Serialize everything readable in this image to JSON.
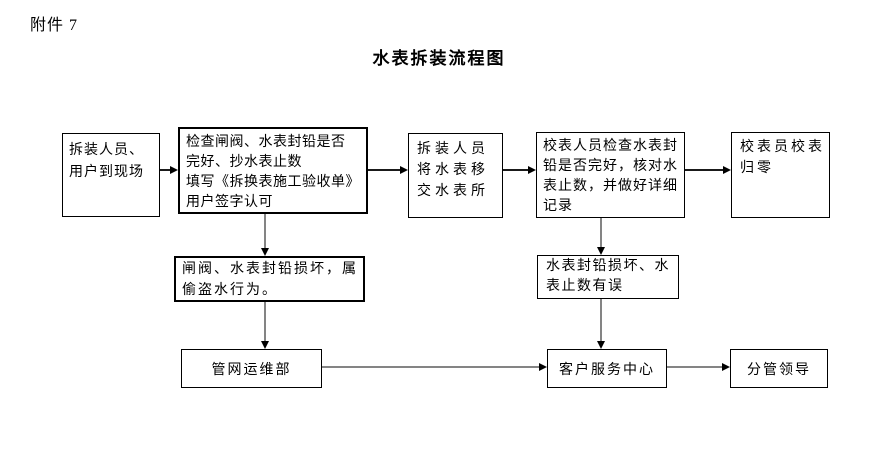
{
  "page": {
    "attachment_label": "附件 7",
    "title": "水表拆装流程图"
  },
  "colors": {
    "background": "#ffffff",
    "text": "#000000",
    "box_border": "#000000",
    "connector_short": "#1a1a1a",
    "connector_long": "#848484",
    "arrowhead": "#000000"
  },
  "flowchart": {
    "boxes": {
      "arrive": {
        "lines": [
          "拆装人员、",
          "用户到现场"
        ]
      },
      "check_seal": {
        "lines": [
          "检查闸阀、水表封铅是否",
          "完好、抄水表止数",
          "填写《拆换表施工验收单》",
          "用户签字认可"
        ]
      },
      "transfer": {
        "lines": [
          "拆装人员",
          "将水表移",
          "交水表所"
        ]
      },
      "verify": {
        "lines": [
          "校表人员检查水表封",
          "铅是否完好，核对水",
          "表止数，并做好详细",
          "记录"
        ]
      },
      "reset": {
        "lines": [
          "校表员校表",
          "归零"
        ]
      },
      "theft": {
        "lines": [
          "闸阀、水表封铅损坏，属",
          "偷盗水行为。"
        ]
      },
      "error": {
        "lines": [
          "水表封铅损坏、水",
          "表止数有误"
        ]
      },
      "pipeline_dept": {
        "label": "管网运维部"
      },
      "service_center": {
        "label": "客户服务中心"
      },
      "leader": {
        "label": "分管领导"
      }
    },
    "connections": [
      {
        "from": "arrive",
        "to": "check_seal",
        "direction": "right"
      },
      {
        "from": "check_seal",
        "to": "transfer",
        "direction": "right"
      },
      {
        "from": "transfer",
        "to": "verify",
        "direction": "right"
      },
      {
        "from": "verify",
        "to": "reset",
        "direction": "right"
      },
      {
        "from": "check_seal",
        "to": "theft",
        "direction": "down"
      },
      {
        "from": "verify",
        "to": "error",
        "direction": "down"
      },
      {
        "from": "theft",
        "to": "pipeline_dept",
        "direction": "down"
      },
      {
        "from": "error",
        "to": "service_center",
        "direction": "down"
      },
      {
        "from": "pipeline_dept",
        "to": "service_center",
        "direction": "right"
      },
      {
        "from": "service_center",
        "to": "leader",
        "direction": "right"
      }
    ]
  }
}
